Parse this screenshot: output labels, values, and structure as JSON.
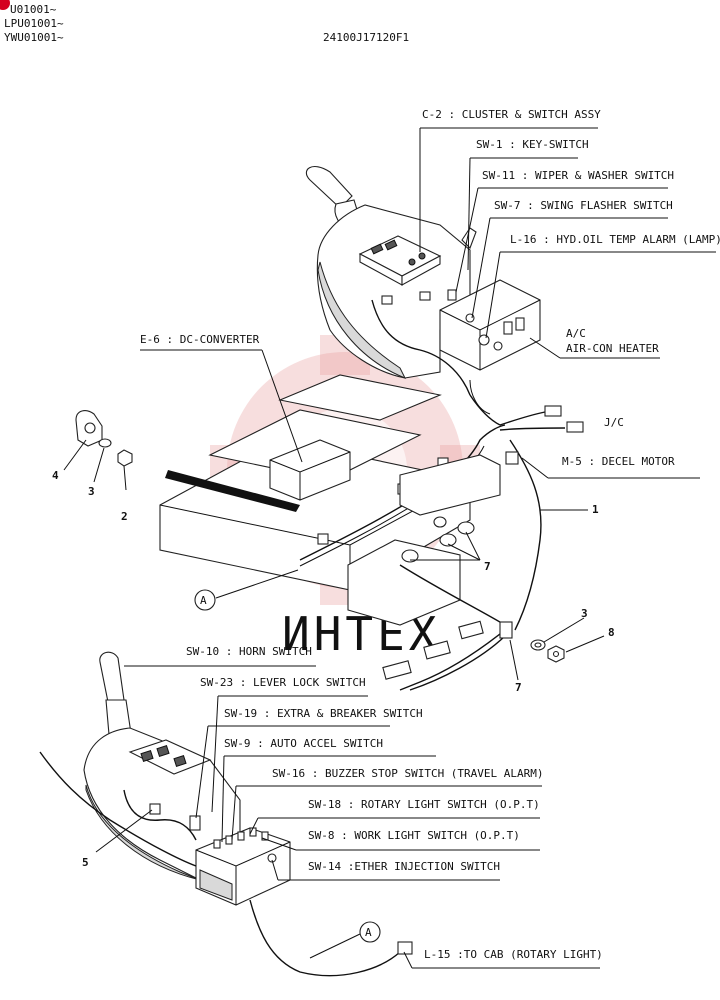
{
  "header": {
    "serials": [
      "LPU01001~",
      "YWU01001~"
    ],
    "serial_first": "U01001~",
    "drawing_number": "24100J17120F1"
  },
  "watermark": {
    "text": "ИНТЕХ"
  },
  "callouts": {
    "c2": "C-2 : CLUSTER & SWITCH ASSY",
    "sw1": "SW-1 : KEY-SWITCH",
    "sw11": "SW-11 : WIPER & WASHER SWITCH",
    "sw7": "SW-7 : SWING FLASHER SWITCH",
    "l16": "L-16 : HYD.OIL TEMP ALARM (LAMP)",
    "ac_short": "A/C",
    "ac_long": "AIR-CON HEATER",
    "e6": "E-6 : DC-CONVERTER",
    "jc": "J/C",
    "m5": "M-5 : DECEL MOTOR",
    "sw10": "SW-10 : HORN SWITCH",
    "sw23": "SW-23 : LEVER LOCK SWITCH",
    "sw19": "SW-19 : EXTRA & BREAKER SWITCH",
    "sw9": "SW-9 : AUTO ACCEL SWITCH",
    "sw16": "SW-16 : BUZZER STOP SWITCH (TRAVEL ALARM)",
    "sw18": "SW-18 : ROTARY LIGHT SWITCH (O.P.T)",
    "sw8": "SW-8 : WORK LIGHT SWITCH (O.P.T)",
    "sw14": "SW-14 :ETHER INJECTION SWITCH",
    "l15": "L-15 :TO CAB (ROTARY LIGHT)"
  },
  "part_numbers": {
    "p1": "1",
    "p2": "2",
    "p3a": "3",
    "p3b": "3",
    "p4": "4",
    "p5": "5",
    "p7a": "7",
    "p7b": "7",
    "p8": "8"
  },
  "markers": {
    "a_top": "A",
    "a_bottom": "A"
  }
}
